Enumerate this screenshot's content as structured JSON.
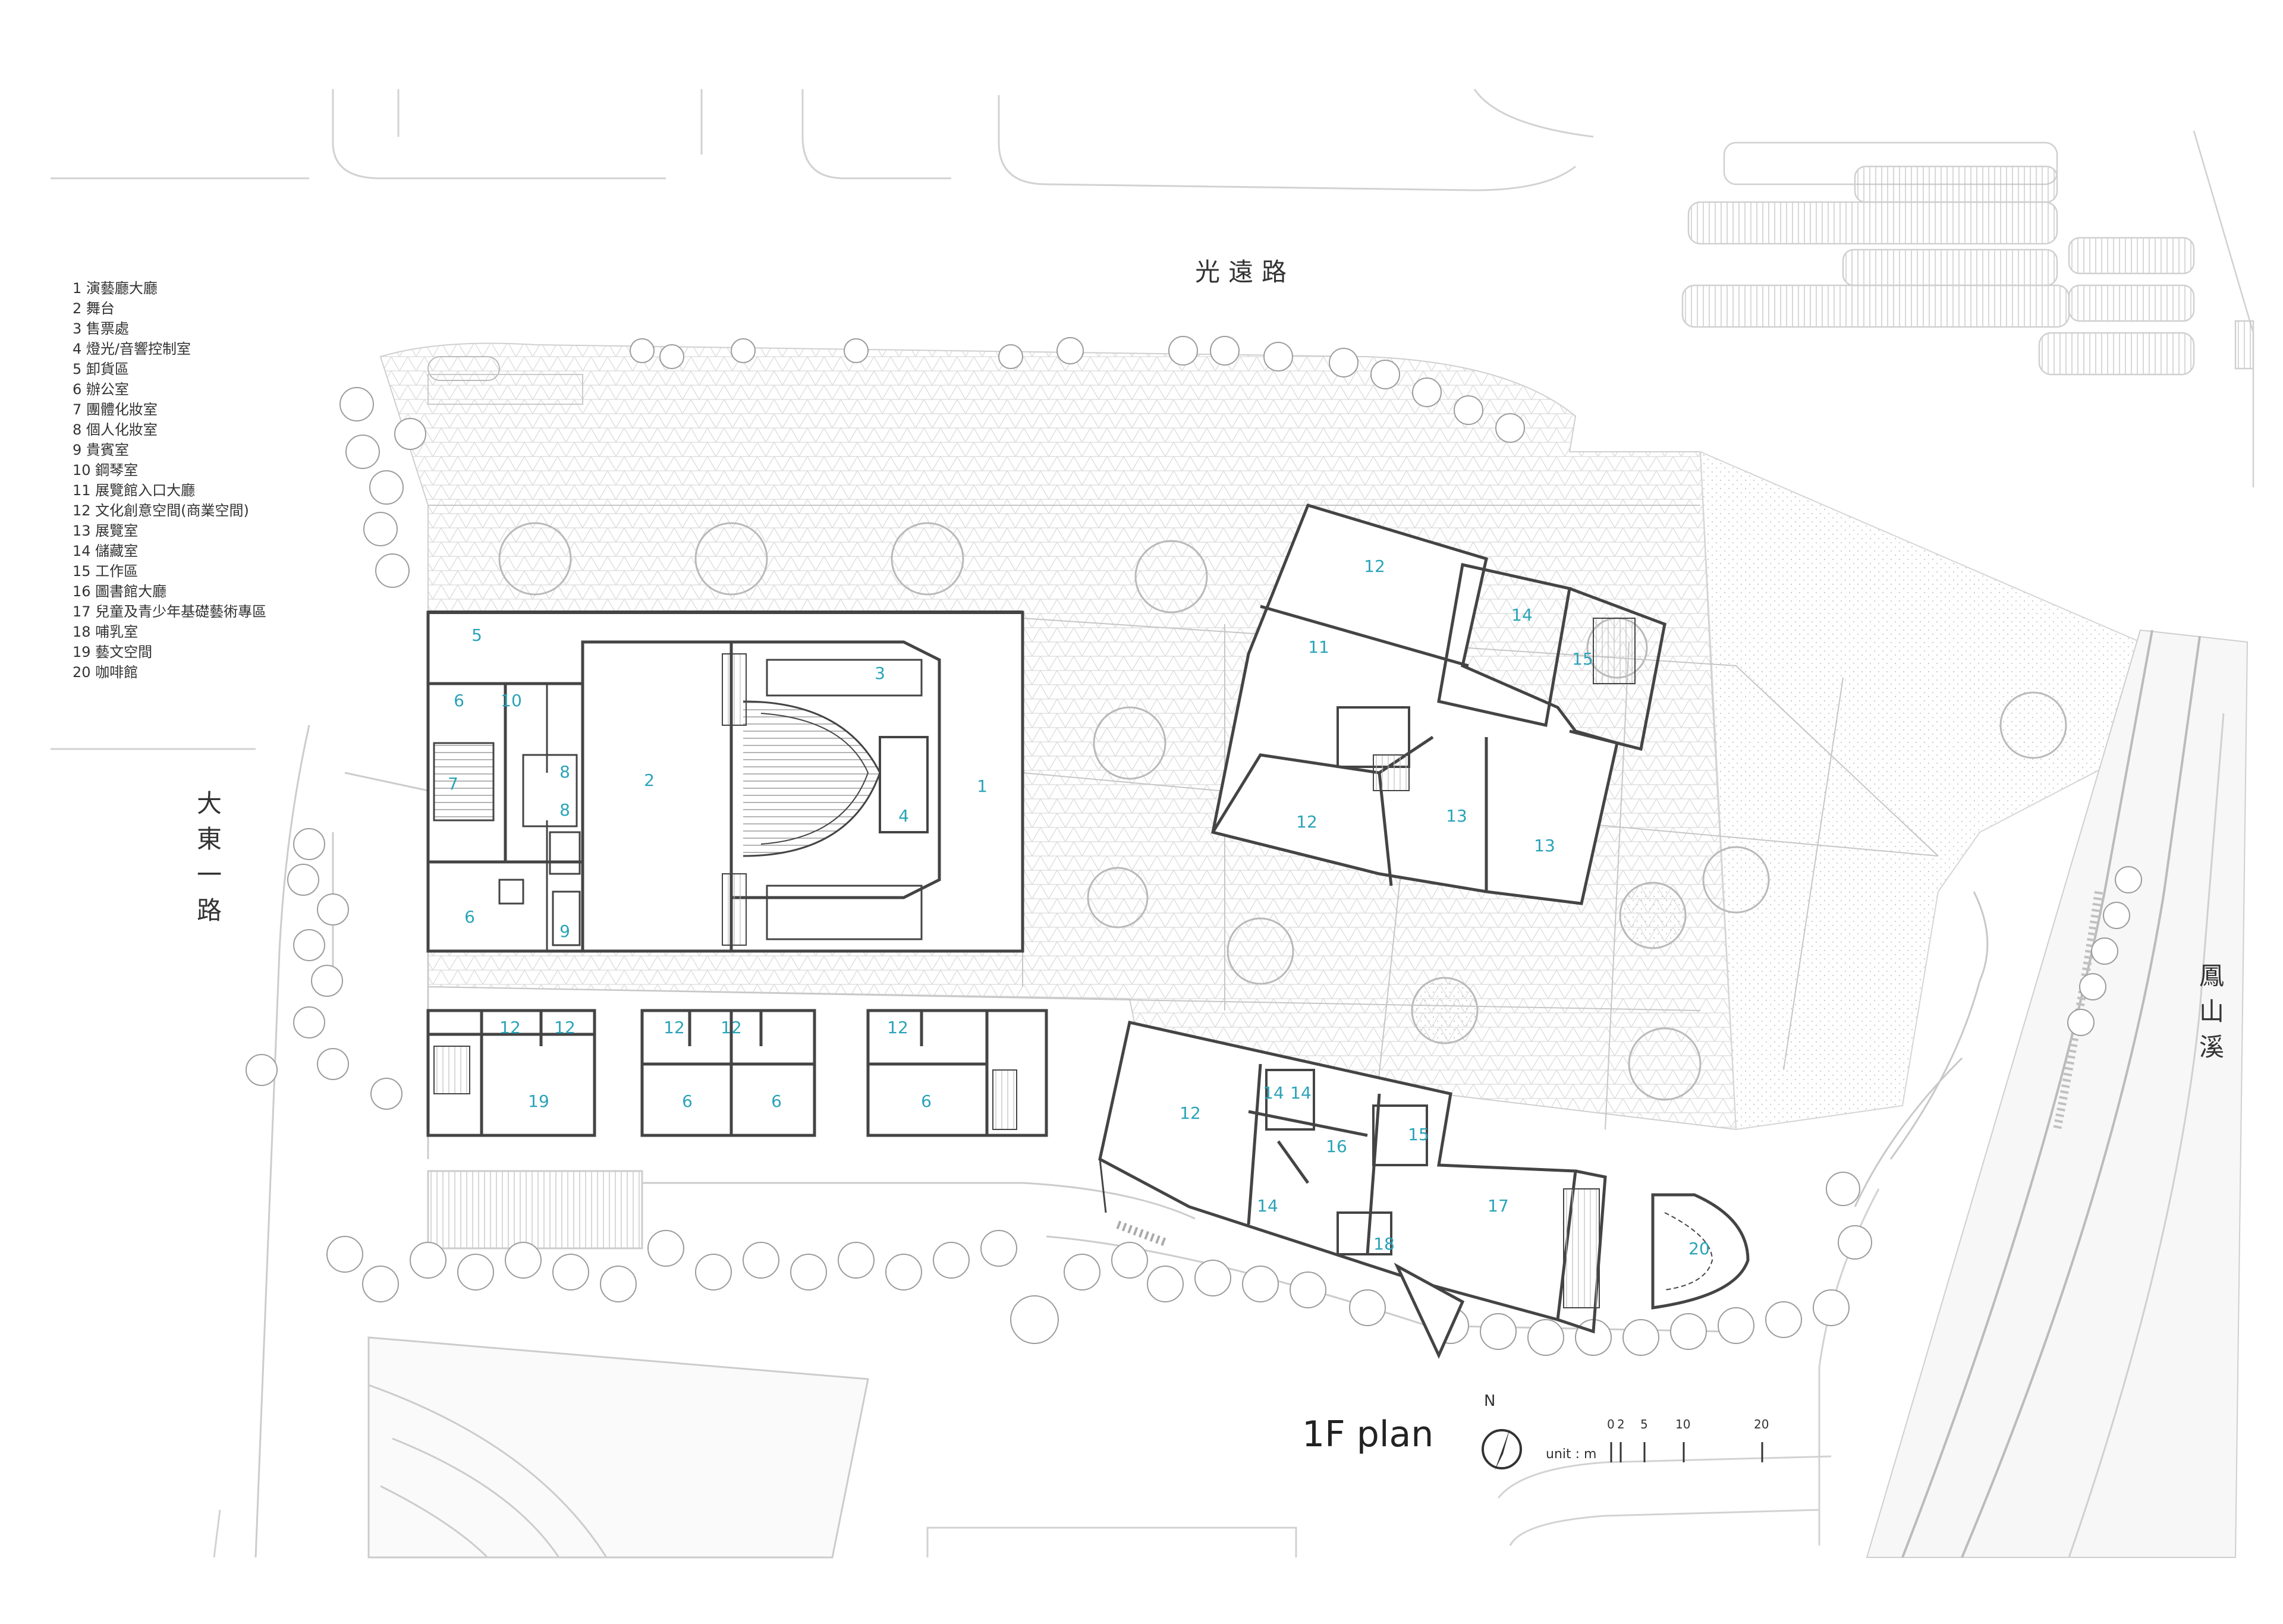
{
  "legend": [
    "1 演藝廳大廳",
    "2 舞台",
    "3 售票處",
    "4 燈光/音響控制室",
    "5 卸貨區",
    "6 辦公室",
    "7 團體化妝室",
    "8 個人化妝室",
    "9 貴賓室",
    "10 鋼琴室",
    "11 展覽館入口大廳",
    "12 文化創意空間(商業空間)",
    "13 展覽室",
    "14 儲藏室",
    "15 工作區",
    "16 圖書館大廳",
    "17 兒童及青少年基礎藝術專區",
    "18 哺乳室",
    "19 藝文空間",
    "20 咖啡館"
  ],
  "roads": {
    "north": "光遠路",
    "west": "大東一路",
    "east": "鳳山溪"
  },
  "title": "1F plan",
  "scale": {
    "unit_label": "unit : m",
    "ticks": [
      "0",
      "2",
      "5",
      "10",
      "20"
    ],
    "north_label": "N"
  },
  "room_labels": [
    "1",
    "2",
    "3",
    "4",
    "5",
    "6",
    "10",
    "7",
    "8",
    "8",
    "6",
    "9",
    "12",
    "12",
    "12",
    "12",
    "12",
    "19",
    "6",
    "6",
    "6",
    "12",
    "14",
    "11",
    "15",
    "12",
    "13",
    "13",
    "12",
    "14",
    "14",
    "16",
    "15",
    "14",
    "17",
    "18",
    "20"
  ],
  "colors": {
    "room_label": "#2aa3b8",
    "line": "#8a8a8a",
    "wall": "#444444",
    "hatch": "#d8d8d8"
  }
}
